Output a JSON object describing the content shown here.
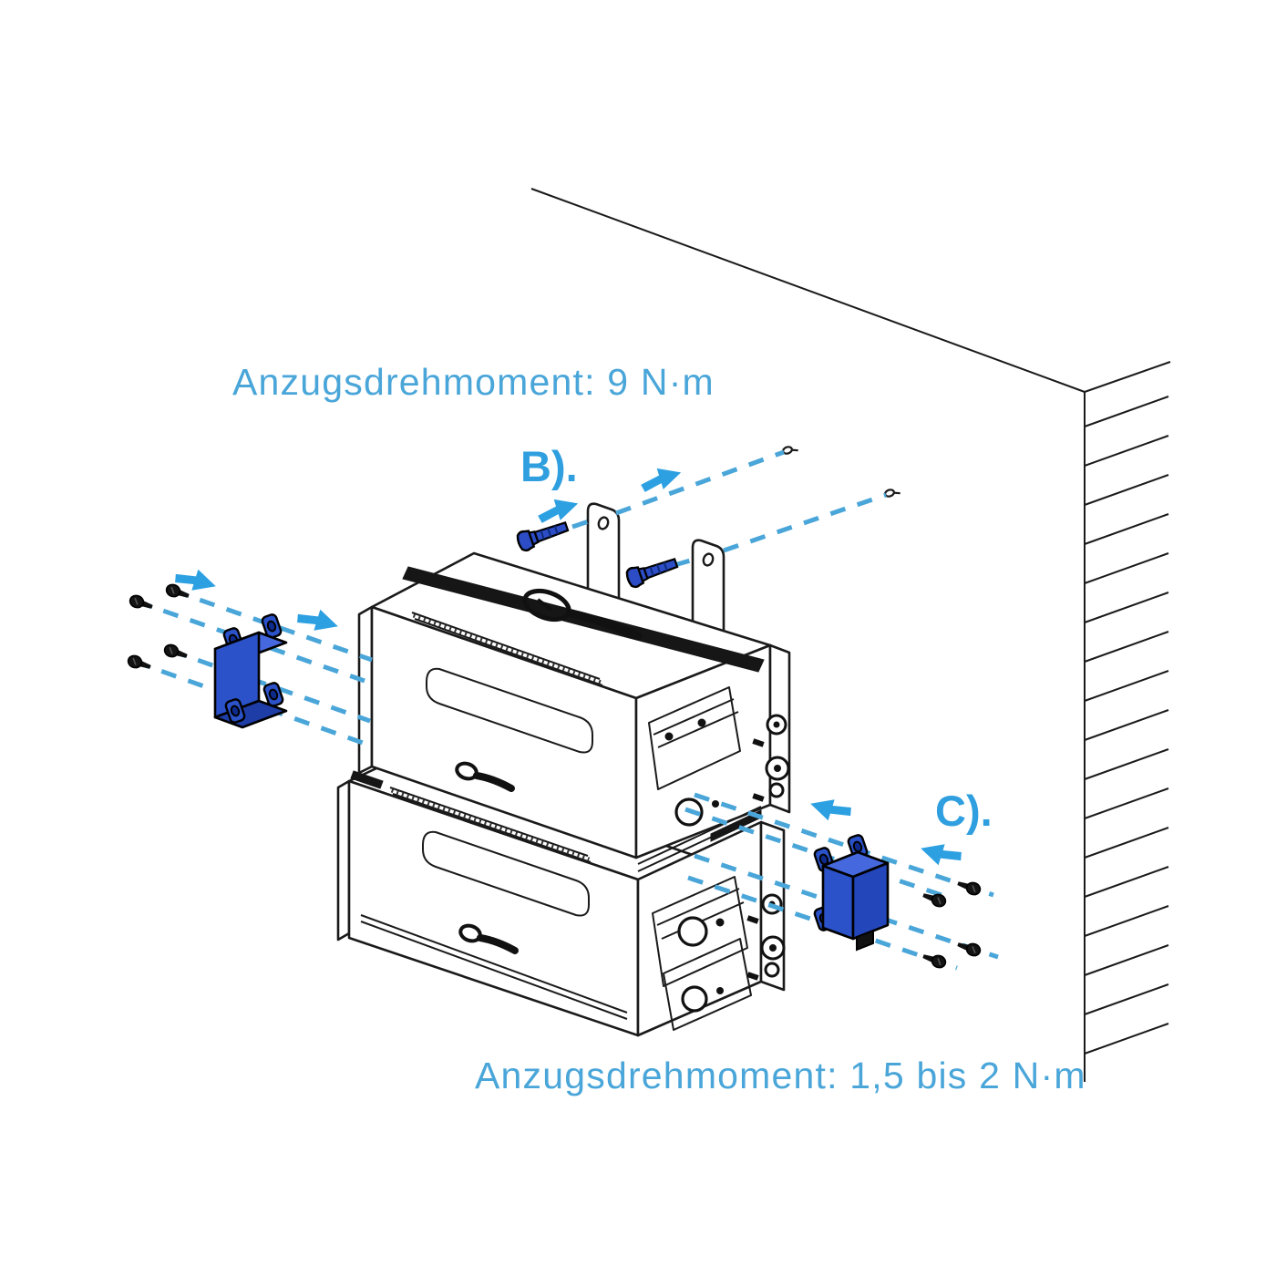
{
  "diagram": {
    "title_semantic": "battery-stack-wall-mounting-instructions",
    "labels": {
      "top_torque": "Anzugsdrehmoment: 9 N·m",
      "step_b": "B).",
      "step_c": "C).",
      "bottom_torque": "Anzugsdrehmoment: 1,5 bis 2 N·m"
    },
    "colors": {
      "guide_blue": "#4aa6d9",
      "label_blue": "#2f9fdf",
      "arrow_blue": "#2da0e2",
      "bracket_blue": "#2b52c8",
      "bracket_blue_light": "#4568de",
      "bracket_blue_dark": "#1f3da6",
      "bolt_blue": "#2c4dc6",
      "line_black": "#1a1a1a"
    }
  }
}
